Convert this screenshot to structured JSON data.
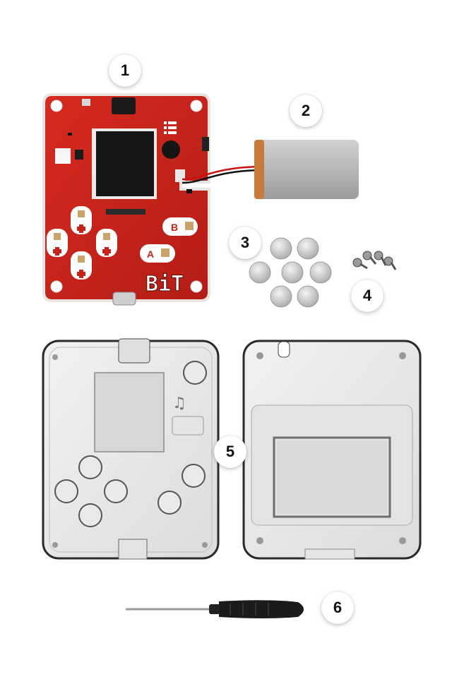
{
  "labels": {
    "board": "1",
    "battery": "2",
    "buttons": "3",
    "screws": "4",
    "case": "5",
    "screwdriver": "6"
  },
  "board": {
    "logo_text": "BiT",
    "button_a": "A",
    "button_b": "B"
  },
  "colors": {
    "pcb_red": "#c8231b",
    "pcb_dark": "#9e1812",
    "battery_silver": "#b9b9b9",
    "battery_copper": "#c77a3a",
    "case_clear": "#e9e9e9",
    "case_edge": "#2a2a2a"
  }
}
